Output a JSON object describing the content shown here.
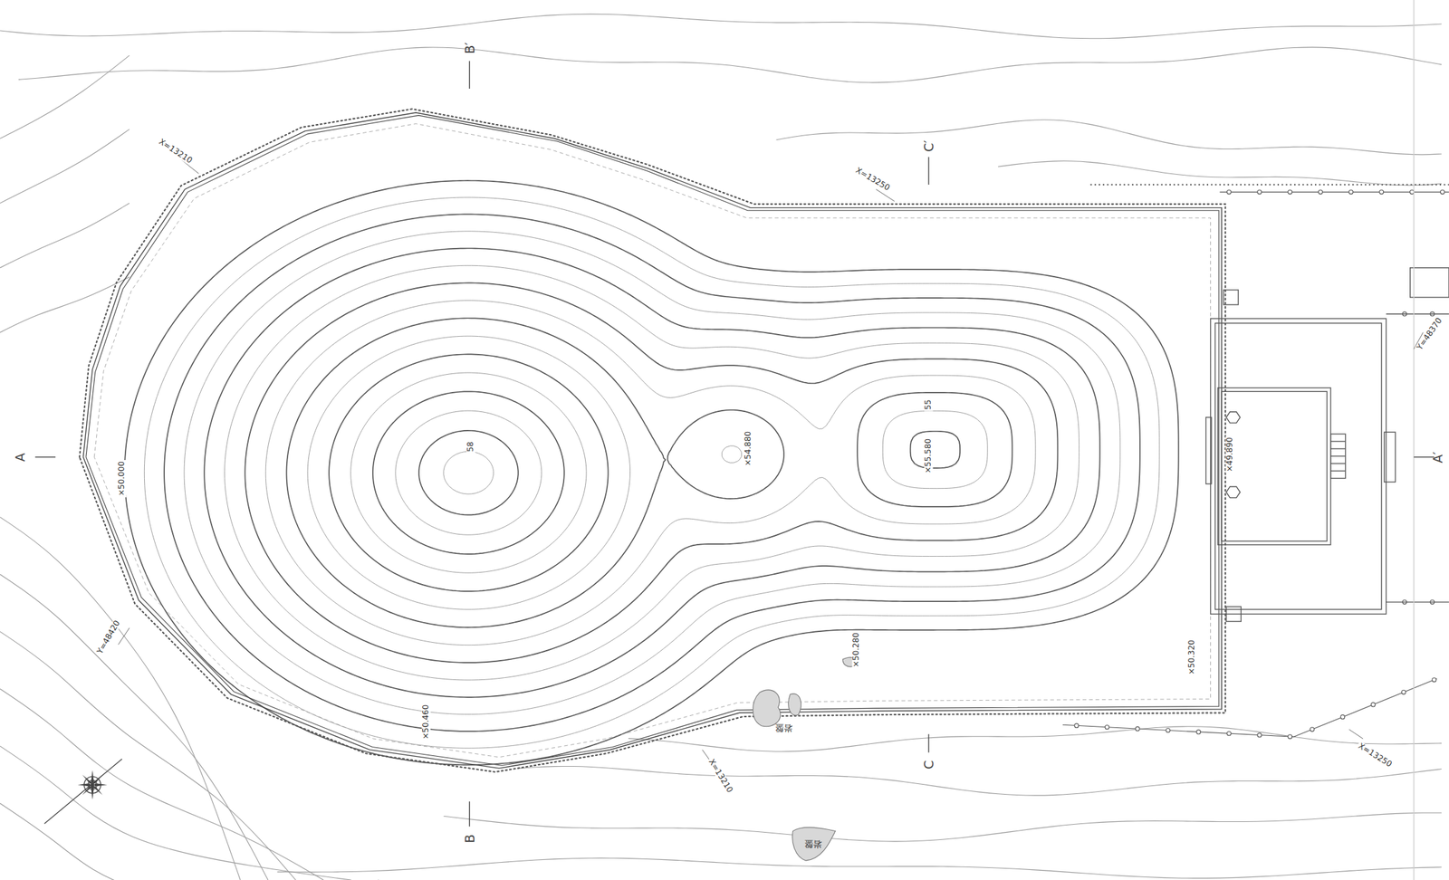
{
  "diagram": {
    "labels": [
      "A",
      "A′",
      "B′",
      "B",
      "C′",
      "C",
      "X=13210",
      "X=13250",
      "X=13210",
      "X=13250",
      "Y=48420",
      "Y=48370",
      "×54.880",
      "×55.580",
      "×49.890",
      "×50.000",
      "×50.320",
      "×50.280",
      "×50.460",
      "58",
      "55",
      "岩盤",
      "岩盤"
    ]
  }
}
